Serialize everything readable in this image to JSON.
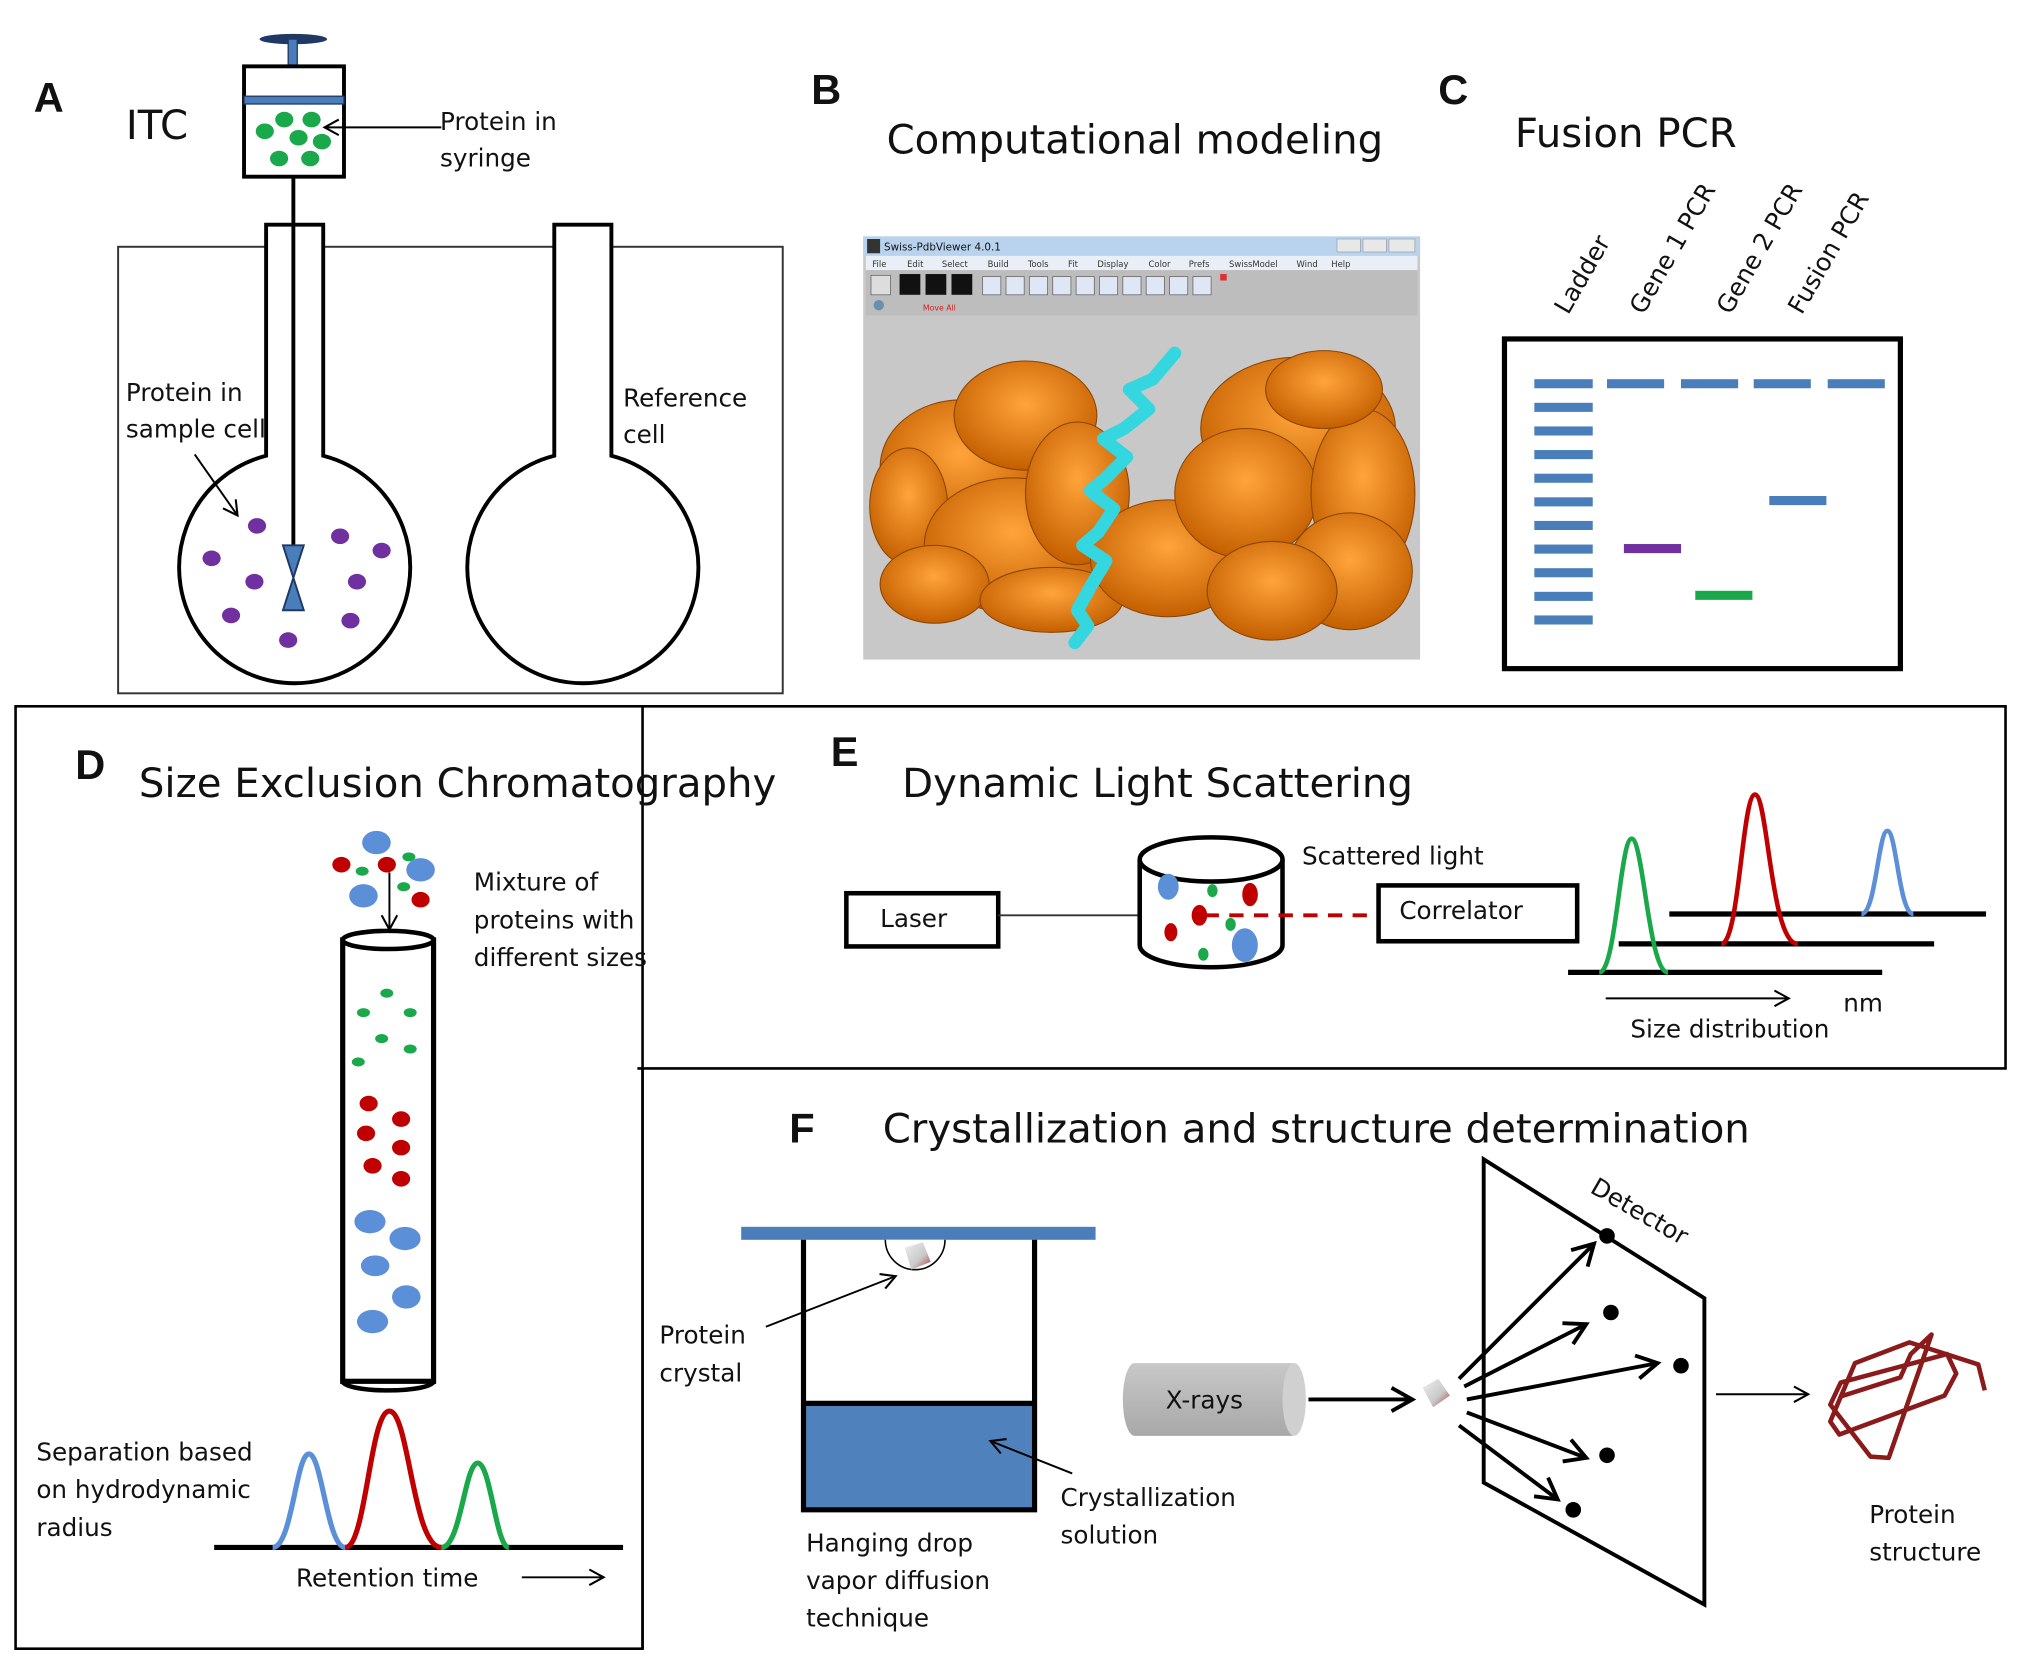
{
  "colors": {
    "blue": "#4a7ebb",
    "light_blue": "#5b8fd8",
    "green": "#19a84a",
    "purple": "#7030a0",
    "red": "#c00000",
    "dark_red": "#8b1a1a",
    "orange": "#e07b0a",
    "cyan": "#34d6e0",
    "gray": "#c0c0c0"
  },
  "panels": {
    "A": {
      "letter": "A",
      "title": "ITC",
      "labels": {
        "syringe": [
          "Protein in",
          "syringe"
        ],
        "sample": [
          "Protein in",
          "sample cell"
        ],
        "reference": [
          "Reference",
          "cell"
        ]
      }
    },
    "B": {
      "letter": "B",
      "title": "Computational modeling",
      "window": {
        "title": "Swiss-PdbViewer 4.0.1",
        "menu": [
          "File",
          "Edit",
          "Select",
          "Build",
          "Tools",
          "Fit",
          "Display",
          "Color",
          "Prefs",
          "SwissModel",
          "Wind",
          "Help"
        ],
        "status": "Move All"
      }
    },
    "C": {
      "letter": "C",
      "title": "Fusion PCR",
      "lanes": [
        "Ladder",
        "Gene 1 PCR",
        "Gene 2 PCR",
        "Fusion PCR"
      ]
    },
    "D": {
      "letter": "D",
      "title": "Size Exclusion Chromatography",
      "labels": {
        "mixture": [
          "Mixture of",
          "proteins with",
          "different sizes"
        ],
        "separation": [
          "Separation based",
          "on hydrodynamic",
          "radius"
        ],
        "axis": "Retention time"
      }
    },
    "E": {
      "letter": "E",
      "title": "Dynamic Light Scattering",
      "labels": {
        "laser": "Laser",
        "scattered": "Scattered  light",
        "correlator": "Correlator",
        "unit": "nm",
        "axis": "Size distribution"
      }
    },
    "F": {
      "letter": "F",
      "title": "Crystallization and structure determination",
      "labels": {
        "crystal": [
          "Protein",
          "crystal"
        ],
        "solution": [
          "Crystallization",
          "solution"
        ],
        "technique": [
          "Hanging drop",
          "vapor diffusion",
          "technique"
        ],
        "xrays": "X-rays",
        "detector": "Detector",
        "structure": [
          "Protein",
          "structure"
        ]
      }
    }
  }
}
